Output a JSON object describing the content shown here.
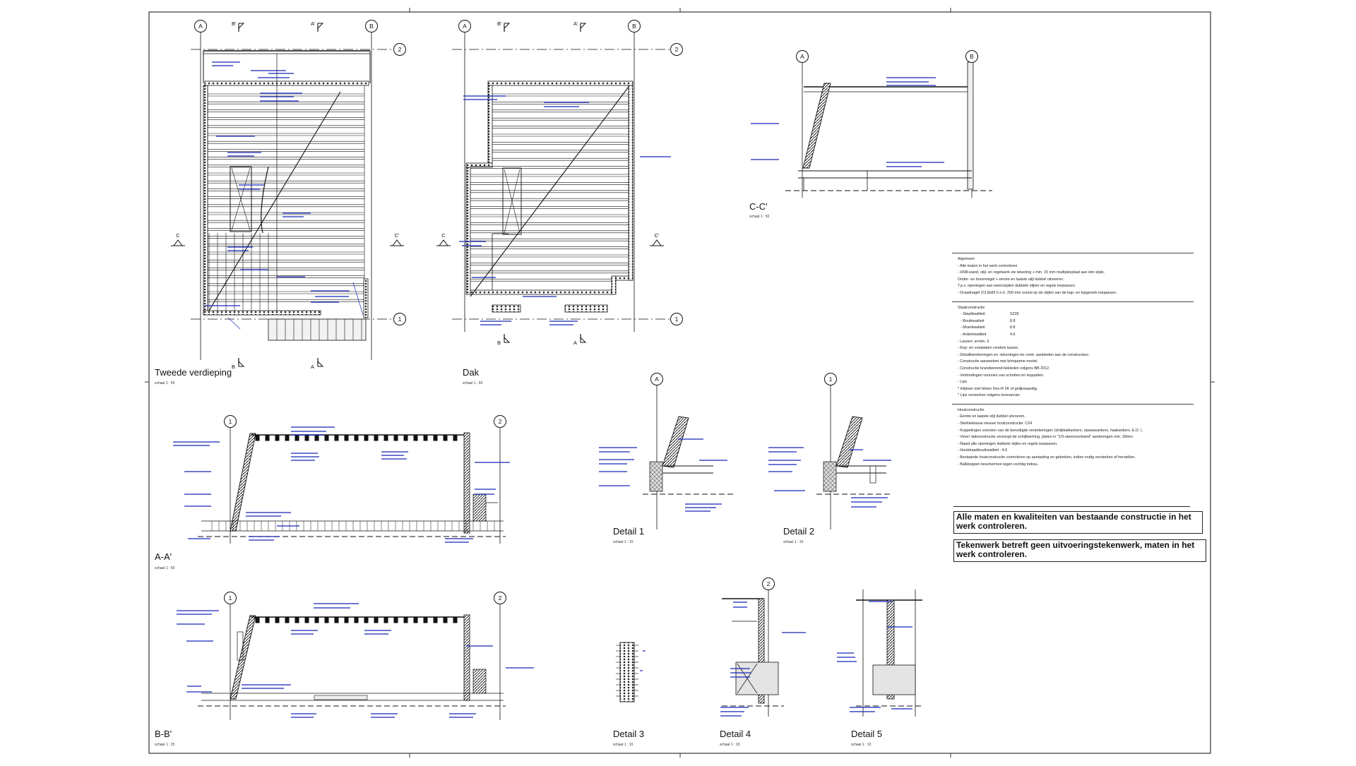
{
  "views": [
    {
      "title": "Tweede verdieping",
      "scale": "schaal 1 : 50"
    },
    {
      "title": "Dak",
      "scale": "schaal 1 : 50"
    },
    {
      "title": "C-C'",
      "scale": "schaal 1 : 50"
    },
    {
      "title": "A-A'",
      "scale": "schaal 1 : 50"
    },
    {
      "title": "B-B'",
      "scale": "schaal 1 : 25"
    },
    {
      "title": "Detail 1",
      "scale": "schaal 1 : 10"
    },
    {
      "title": "Detail 2",
      "scale": "schaal 1 : 10"
    },
    {
      "title": "Detail 3",
      "scale": "schaal 1 : 10"
    },
    {
      "title": "Detail 4",
      "scale": "schaal 1 : 10"
    },
    {
      "title": "Detail 5",
      "scale": "schaal 1 : 10"
    }
  ],
  "grid_markers": {
    "a": "A",
    "b": "B",
    "one": "1",
    "two": "2",
    "a_prime": "A'",
    "b_prime": "B'",
    "c": "C",
    "c_prime": "C'"
  },
  "annotation_color": "#1a2bb8",
  "notes": {
    "algemeen": {
      "heading": "Algemeen",
      "lines": [
        "- Alle maten in het werk controleren",
        "- HSB-wand, stijl- en regelwerk zie tekening + min. 15 mm multiplexplaat aan één zijde.",
        "  Onder- en bovenregel + eerste en laatste stijl dubbel uitvoeren.",
        "  T.p.v. openingen aan weerszijden dubbele stijlen en regels toepassen.",
        "- Draadnagel ∅2,8x65 h.o.h. 200 mm overal op de stijlen van de kap- en topgevels toepassen."
      ]
    },
    "staalconstructie": {
      "heading": "Staalconstructie",
      "specs": [
        {
          "k": "- Staalkwaliteit",
          "v": "S235"
        },
        {
          "k": "- Boutkwaliteit",
          "v": "8.8"
        },
        {
          "k": "- Moerkwaliteit",
          "v": "8.8"
        },
        {
          "k": "- Ankerkwaliteit",
          "v": "4.6"
        }
      ],
      "lines": [
        "- Lassen: a=min. 6",
        "- Kop- en voetplaten rondom lassen.",
        "- Detailberekeningen en -tekeningen ter contr. aanbieden aan de constructeur.",
        "- Constructie aanwerken met krimparme mortel.",
        "- Constructie brandwerend bekleden volgens BB 2012.",
        "- Verbindingen voorzien van schotten en koppalten.",
        "- Lips",
        "* Inlijmen met bilsen Dex-R 2K of gelijkwaardig.",
        "* Lips verwerken volgens leverancier."
      ]
    },
    "houtconstructie": {
      "heading": "Houtconstructie",
      "lines": [
        "- Eerste en laatste stijl dubbel uitvoeren.",
        "- Sterkteklasse nieuwe houtconstructie:              C24",
        "- Koppelingen voorzien van de benodigde verankeringen (strijkbalkankers, opwassankers, haakankers, E.D. ).",
        "- Vloer/ dakconstructie verzorgd de schijfwerking, platen in \"1/3-steensverband\" aanbrengen min. 18mm.",
        "- Naast alle openingen dubbele stijlen en regels toepassen.",
        "- Houtdraadboutkwaliteit : 4.6",
        "- Bestaande houtconstructie controleren op aantasting en gebreken, indien nodig versterken of herstellen.",
        "- Balkkoppen beschermen tegen vochtig indrau."
      ]
    }
  },
  "warnings": [
    "Alle maten en kwaliteiten van bestaande constructie in het werk controleren.",
    "Tekenwerk betreft geen uitvoeringstekenwerk, maten in het werk controleren."
  ]
}
